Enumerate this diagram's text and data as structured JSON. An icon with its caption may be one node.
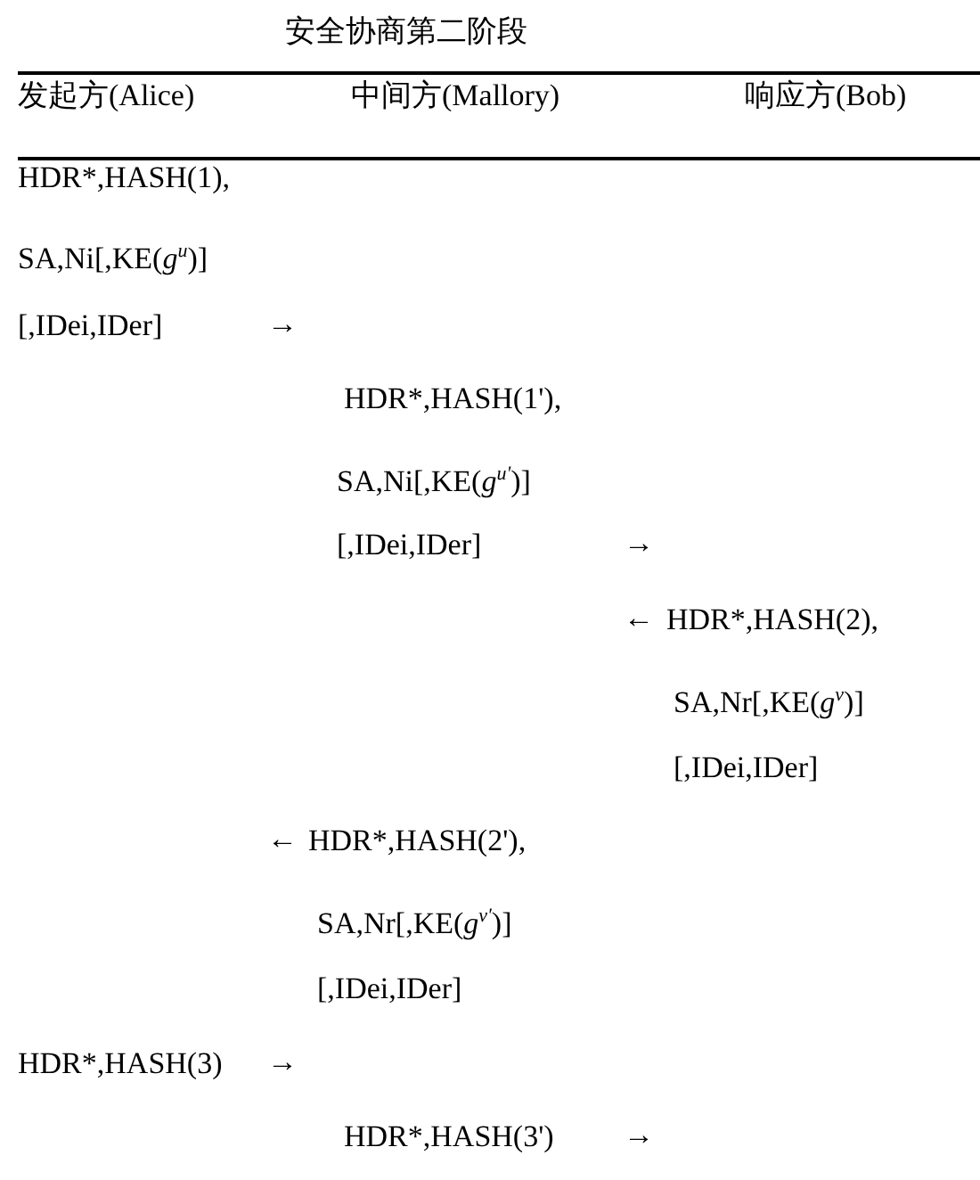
{
  "diagram": {
    "title": "安全协商第二阶段",
    "labels": [
      "发起方(Alice)",
      "中间方(Mallory)",
      "响应方(Bob)",
      "HDR*,HASH(1),",
      "SA,Ni[,KE(*g*$^{u}$)]",
      "[,IDei,IDer]",
      "→",
      "HDR*,HASH(1'),",
      "SA,Ni[,KE(*g*$^{u'}$)]",
      "[,IDei,IDer]",
      "→",
      "←",
      "HDR*,HASH(2),",
      "SA,Nr[,KE(*g*$^{v}$)]",
      "[,IDei,IDer]",
      "←",
      "HDR*,HASH(2'),",
      "SA,Nr[,KE(*g*$^{v'}$)]",
      "[,IDei,IDer]",
      "HDR*,HASH(3)",
      "→",
      "HDR*,HASH(3')",
      "→"
    ]
  }
}
